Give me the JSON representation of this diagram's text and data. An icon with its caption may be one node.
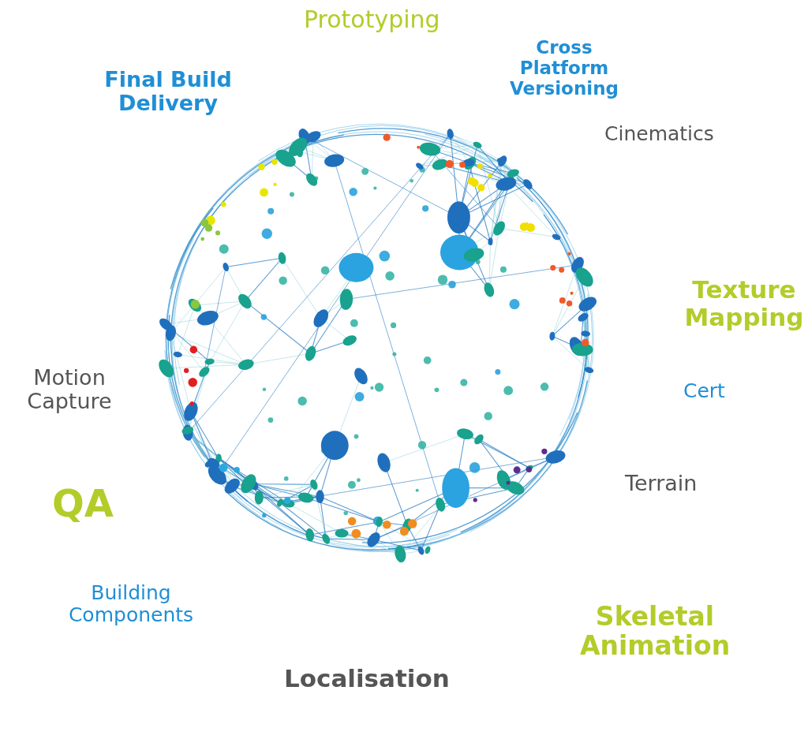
{
  "diagram": {
    "labels": [
      "Prototyping",
      "Cross Platform Versioning",
      "Final Build Delivery",
      "Cinematics",
      "Texture Mapping",
      "Motion Capture",
      "Cert",
      "Terrain",
      "QA",
      "Building Components",
      "Skeletal Animation",
      "Localisation"
    ]
  }
}
